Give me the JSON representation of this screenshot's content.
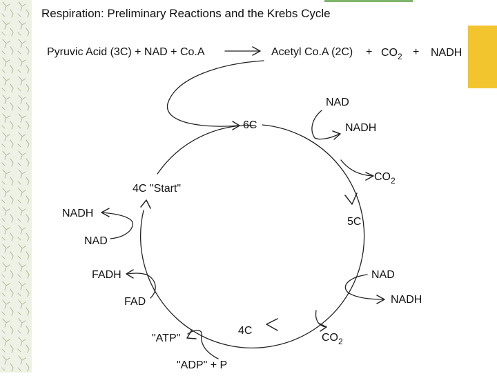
{
  "theme": {
    "strip_background": "#eef2e6",
    "strip_pattern": "#b8c2a6",
    "accent_block": "#f2c42e",
    "top_rule": "#7fb56a"
  },
  "title": "Respiration: Preliminary Reactions and the Krebs Cycle",
  "equation": {
    "reactants": "Pyruvic Acid (3C) + NAD + Co.A",
    "product": "Acetyl Co.A (2C)",
    "plus1": "+",
    "co2": "CO",
    "co2_sub": "2",
    "plus2": "+",
    "nadh": "NADH"
  },
  "cycle": {
    "six_c": "6C",
    "five_c": "5C",
    "four_c": "4C",
    "start": "4C \"Start\"",
    "nad_top": "NAD",
    "nadh_top": "NADH",
    "co2_right": "CO",
    "co2_right_sub": "2",
    "nad_right": "NAD",
    "nadh_right": "NADH",
    "co2_bottom": "CO",
    "co2_bottom_sub": "2",
    "atp": "\"ATP\"",
    "adp": "\"ADP\" + P",
    "fad": "FAD",
    "fadh": "FADH",
    "nad_left": "NAD",
    "nadh_left": "NADH"
  }
}
